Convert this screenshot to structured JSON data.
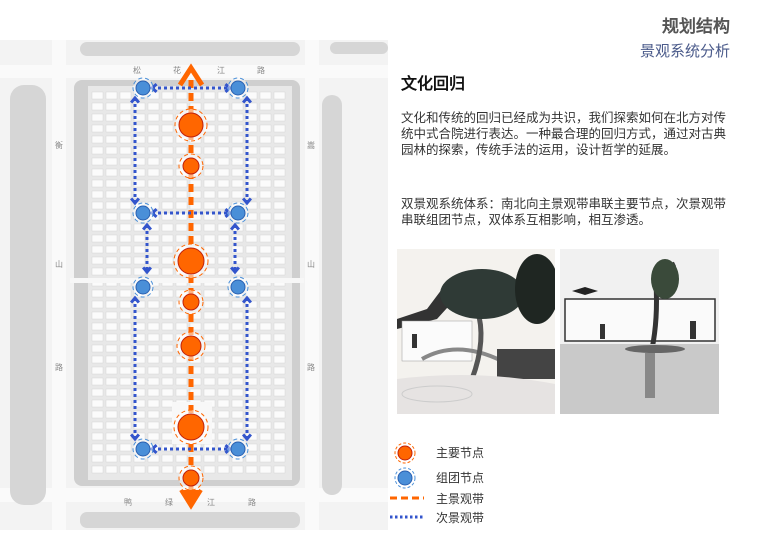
{
  "header": {
    "title": "规划结构",
    "subtitle": "景观系统分析"
  },
  "section": {
    "title": "文化回归",
    "paragraph1": "文化和传统的回归已经成为共识，我们探索如何在北方对传统中式合院进行表达。一种最合理的回归方式，通过对古典园林的探索，传统手法的运用，设计哲学的延展。",
    "paragraph2": "双景观系统体系：南北向主景观带串联主要节点，次景观带串联组团节点，双体系互相影响，相互渗透。"
  },
  "map": {
    "roads": {
      "north": [
        "松",
        "花",
        "江",
        "路"
      ],
      "south": [
        "鸭",
        "绿",
        "江",
        "路"
      ],
      "west": [
        "衡",
        "山",
        "路"
      ],
      "east": [
        "嵩",
        "山",
        "路"
      ]
    },
    "colors": {
      "main": "#ff6600",
      "secondary": "#3355cc",
      "cluster": "#4a8fd8"
    }
  },
  "legend": [
    {
      "icon": "main-node-icon",
      "label": "主要节点"
    },
    {
      "icon": "cluster-node-icon",
      "label": "组团节点"
    },
    {
      "icon": "main-axis-line-icon",
      "label": "主景观带"
    },
    {
      "icon": "secondary-axis-line-icon",
      "label": "次景观带"
    }
  ]
}
